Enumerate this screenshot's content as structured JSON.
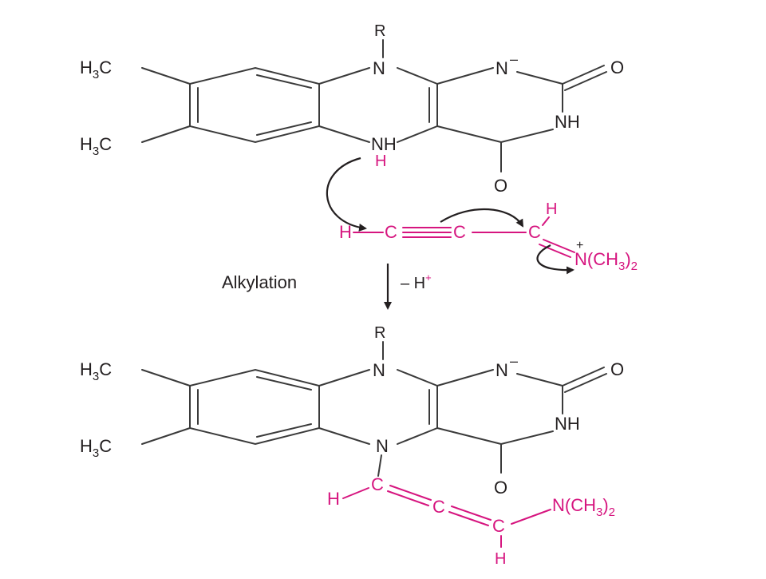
{
  "colors": {
    "ink": "#231f20",
    "accent": "#d6157f",
    "bond": "#3a3a3a"
  },
  "top": {
    "r": "R",
    "h3c_upper": "H",
    "h3c_lower": "H",
    "c": "C",
    "sub3": "3",
    "n1": "N",
    "n_minus": "N",
    "minus": "–",
    "o_right": "O",
    "nh": "NH",
    "n5h": "NH",
    "h_magenta": "H",
    "o_bottom": "O"
  },
  "reagent": {
    "h_left": "H",
    "c1": "C",
    "c2": "C",
    "c3": "C",
    "h_top": "H",
    "plus": "+",
    "nme2_n": "N(CH",
    "nme2_3": "3",
    "nme2_close": ")",
    "nme2_2": "2"
  },
  "step": {
    "label": "Alkylation",
    "byproduct": "– H",
    "byproduct_sup": "+"
  },
  "bottom": {
    "r": "R",
    "n1": "N",
    "n_minus": "N",
    "minus": "–",
    "o_right": "O",
    "nh": "NH",
    "n5": "N",
    "o_bottom": "O",
    "h_left": "H",
    "c1": "C",
    "c2": "C",
    "c3": "C",
    "h_bottom": "H",
    "nme2_n": "N(CH",
    "nme2_3": "3",
    "nme2_close": ")",
    "nme2_2": "2"
  }
}
